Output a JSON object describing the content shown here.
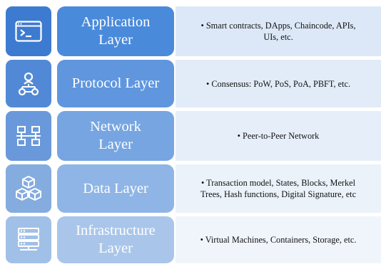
{
  "layers": [
    {
      "name": "Application\nLayer",
      "description": "• Smart contracts, DApps, Chaincode, APIs,\nUIs, etc.",
      "icon": "terminal-window-icon",
      "colors": {
        "icon_bg": "#3d7bd1",
        "name_bg": "#4a8adb",
        "desc_bg": "#dce8f7"
      }
    },
    {
      "name": "Protocol Layer",
      "description": "• Consensus: PoW, PoS, PoA, PBFT, etc.",
      "icon": "user-network-icon",
      "colors": {
        "icon_bg": "#5289d6",
        "name_bg": "#5f96de",
        "desc_bg": "#e2ecf8"
      }
    },
    {
      "name": "Network\nLayer",
      "description": "• Peer-to-Peer Network",
      "icon": "network-nodes-icon",
      "colors": {
        "icon_bg": "#6a99db",
        "name_bg": "#76a5e2",
        "desc_bg": "#e6eff9"
      }
    },
    {
      "name": "Data Layer",
      "description": "• Transaction model, States, Blocks, Merkel\nTrees, Hash functions, Digital Signature, etc",
      "icon": "data-cubes-icon",
      "colors": {
        "icon_bg": "#84acdf",
        "name_bg": "#8fb5e6",
        "desc_bg": "#ebf2fa"
      }
    },
    {
      "name": "Infrastructure\nLayer",
      "description": "• Virtual Machines, Containers, Storage, etc.",
      "icon": "server-rack-icon",
      "colors": {
        "icon_bg": "#a1c0e7",
        "name_bg": "#a9c6ea",
        "desc_bg": "#f0f5fb"
      }
    }
  ]
}
